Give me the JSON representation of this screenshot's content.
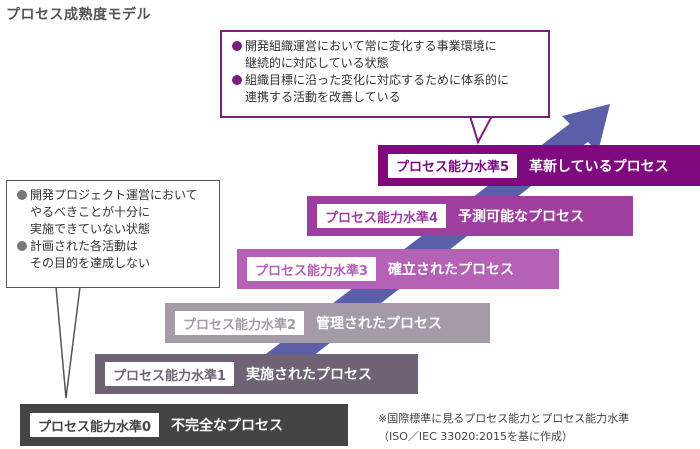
{
  "title": "プロセス成熟度モデル",
  "colors": {
    "level0": "#444444",
    "level1": "#6f6275",
    "level2": "#a59aa8",
    "level3": "#b461b6",
    "level4": "#9e3e9f",
    "level5": "#7f0a80",
    "arrow": "#5b5ea8",
    "callout_top_border": "#7a1f7c",
    "callout_left_border": "#555555"
  },
  "levels": [
    {
      "badge": "プロセス能力水準0",
      "description": "不完全なプロセス"
    },
    {
      "badge": "プロセス能力水準1",
      "description": "実施されたプロセス"
    },
    {
      "badge": "プロセス能力水準2",
      "description": "管理されたプロセス"
    },
    {
      "badge": "プロセス能力水準3",
      "description": "確立されたプロセス"
    },
    {
      "badge": "プロセス能力水準4",
      "description": "予測可能なプロセス"
    },
    {
      "badge": "プロセス能力水準5",
      "description": "革新しているプロセス"
    }
  ],
  "callout_top": {
    "items": [
      "開発組織運営において常に変化する事業環境に\n継続的に対応している状態",
      "組織目標に沿った変化に対応するために体系的に\n連携する活動を改善している"
    ]
  },
  "callout_left": {
    "items": [
      "開発プロジェクト運営において\nやるべきことが十分に\n実施できていない状態",
      "計画された各活動は\nその目的を達成しない"
    ]
  },
  "note": {
    "line1": "※国際標準に見るプロセス能力とプロセス能力水準",
    "line2": "（ISO／IEC 33020:2015を基に作成）"
  }
}
